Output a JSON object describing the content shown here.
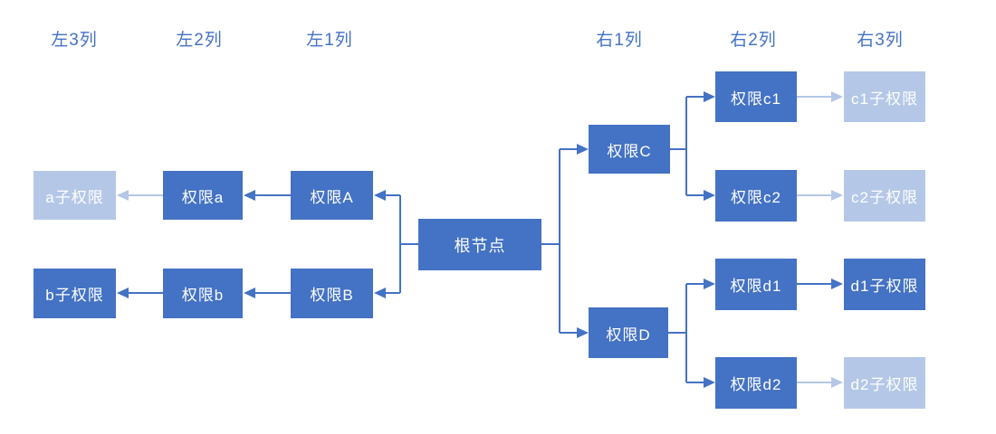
{
  "columns": [
    {
      "label": "左3列"
    },
    {
      "label": "左2列"
    },
    {
      "label": "左1列"
    },
    {
      "label": "右1列"
    },
    {
      "label": "右2列"
    },
    {
      "label": "右3列"
    }
  ],
  "nodes": {
    "root": {
      "label": "根节点",
      "variant": "dark"
    },
    "A": {
      "label": "权限A",
      "variant": "dark"
    },
    "a": {
      "label": "权限a",
      "variant": "dark"
    },
    "a_sub": {
      "label": "a子权限",
      "variant": "light"
    },
    "B": {
      "label": "权限B",
      "variant": "dark"
    },
    "b": {
      "label": "权限b",
      "variant": "dark"
    },
    "b_sub": {
      "label": "b子权限",
      "variant": "dark"
    },
    "C": {
      "label": "权限C",
      "variant": "dark"
    },
    "c1": {
      "label": "权限c1",
      "variant": "dark"
    },
    "c1_sub": {
      "label": "c1子权限",
      "variant": "light"
    },
    "c2": {
      "label": "权限c2",
      "variant": "dark"
    },
    "c2_sub": {
      "label": "c2子权限",
      "variant": "light"
    },
    "D": {
      "label": "权限D",
      "variant": "dark"
    },
    "d1": {
      "label": "权限d1",
      "variant": "dark"
    },
    "d1_sub": {
      "label": "d1子权限",
      "variant": "dark"
    },
    "d2": {
      "label": "权限d2",
      "variant": "dark"
    },
    "d2_sub": {
      "label": "d2子权限",
      "variant": "light"
    }
  },
  "edges": [
    {
      "from": "root",
      "to": "A",
      "style": "dark"
    },
    {
      "from": "root",
      "to": "B",
      "style": "dark"
    },
    {
      "from": "A",
      "to": "a",
      "style": "dark"
    },
    {
      "from": "a",
      "to": "a_sub",
      "style": "light"
    },
    {
      "from": "B",
      "to": "b",
      "style": "dark"
    },
    {
      "from": "b",
      "to": "b_sub",
      "style": "dark"
    },
    {
      "from": "root",
      "to": "C",
      "style": "dark"
    },
    {
      "from": "root",
      "to": "D",
      "style": "dark"
    },
    {
      "from": "C",
      "to": "c1",
      "style": "dark"
    },
    {
      "from": "C",
      "to": "c2",
      "style": "dark"
    },
    {
      "from": "c1",
      "to": "c1_sub",
      "style": "light"
    },
    {
      "from": "c2",
      "to": "c2_sub",
      "style": "light"
    },
    {
      "from": "D",
      "to": "d1",
      "style": "dark"
    },
    {
      "from": "D",
      "to": "d2",
      "style": "dark"
    },
    {
      "from": "d1",
      "to": "d1_sub",
      "style": "dark"
    },
    {
      "from": "d2",
      "to": "d2_sub",
      "style": "light"
    }
  ],
  "colors": {
    "node_dark": "#4472C4",
    "node_light": "#B4C7E7",
    "edge_dark": "#4472C4",
    "edge_light": "#B4C7E7",
    "header_text": "#4472C4",
    "node_text": "#FFFFFF",
    "background": "#FFFFFF"
  }
}
